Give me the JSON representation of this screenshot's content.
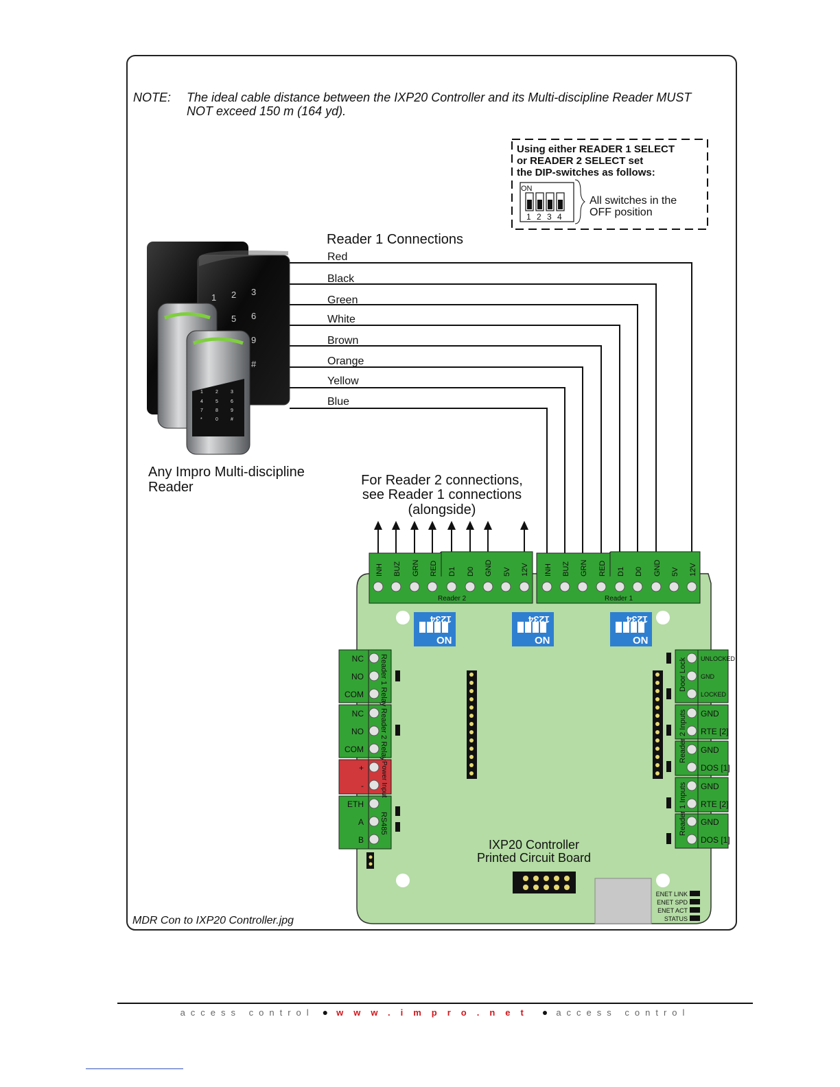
{
  "note": {
    "prefix": "NOTE:",
    "line1": "The ideal cable distance between the IXP20 Controller and its Multi-discipline Reader MUST",
    "line2": "NOT exceed 150 m (164 yd)."
  },
  "dip_box": {
    "line1": "Using either READER 1 SELECT",
    "line2": "or READER 2 SELECT set",
    "line3": "the DIP-switches as follows:",
    "on_label": "ON",
    "switch_numbers": [
      "1",
      "2",
      "3",
      "4"
    ],
    "desc_line1": "All switches in the",
    "desc_line2": "OFF position"
  },
  "reader1": {
    "title": "Reader 1 Connections",
    "wires": [
      "Red",
      "Black",
      "Green",
      "White",
      "Brown",
      "Orange",
      "Yellow",
      "Blue"
    ]
  },
  "reader_caption": {
    "line1": "Any Impro Multi-discipline",
    "line2": "Reader"
  },
  "reader2_note": {
    "line1": "For Reader 2 connections,",
    "line2": "see Reader 1 connections",
    "line3": "(alongside)"
  },
  "terminals": {
    "top_pins": [
      "INH",
      "BUZ",
      "GRN",
      "RED",
      "D1",
      "D0",
      "GND",
      "5V",
      "12V"
    ],
    "reader2_label": "Reader 2",
    "reader1_label": "Reader 1"
  },
  "pcb_dip": {
    "numbers": "1234",
    "on_label": "ON"
  },
  "left_terminals": {
    "relay1_pins": [
      "NC",
      "NO",
      "COM"
    ],
    "relay1_label": "Reader 1 Relay",
    "relay2_pins": [
      "NC",
      "NO",
      "COM"
    ],
    "relay2_label": "Reader 2 Relay",
    "power_pins": [
      "+",
      "-"
    ],
    "power_label": "Power Input",
    "rs485_pins": [
      "ETH",
      "A",
      "B"
    ],
    "rs485_label": "RS485"
  },
  "right_terminals": {
    "door_pins": [
      "UNLOCKED",
      "GND",
      "LOCKED"
    ],
    "door_label": "Door Lock",
    "r2_pins": [
      "GND",
      "RTE [2]",
      "GND",
      "DOS [1]"
    ],
    "r2_label": "Reader 2 Inputs",
    "r1_pins": [
      "GND",
      "RTE [2]",
      "GND",
      "DOS [1]"
    ],
    "r1_label": "Reader 1 Inputs"
  },
  "pcb_caption": {
    "line1": "IXP20 Controller",
    "line2": "Printed Circuit Board"
  },
  "status_leds": [
    "ENET LINK",
    "ENET SPD",
    "ENET ACT",
    "STATUS"
  ],
  "filename": "MDR Con to IXP20 Controller.jpg",
  "footer": {
    "left": "access control",
    "url": "www.impro.net",
    "right": "access control"
  },
  "colors": {
    "terminal_green": "#34a335",
    "pcb_green": "#b4dca4",
    "power_red": "#d0383c",
    "dip_blue": "#2f7fd1",
    "url_red": "#d0161c"
  }
}
